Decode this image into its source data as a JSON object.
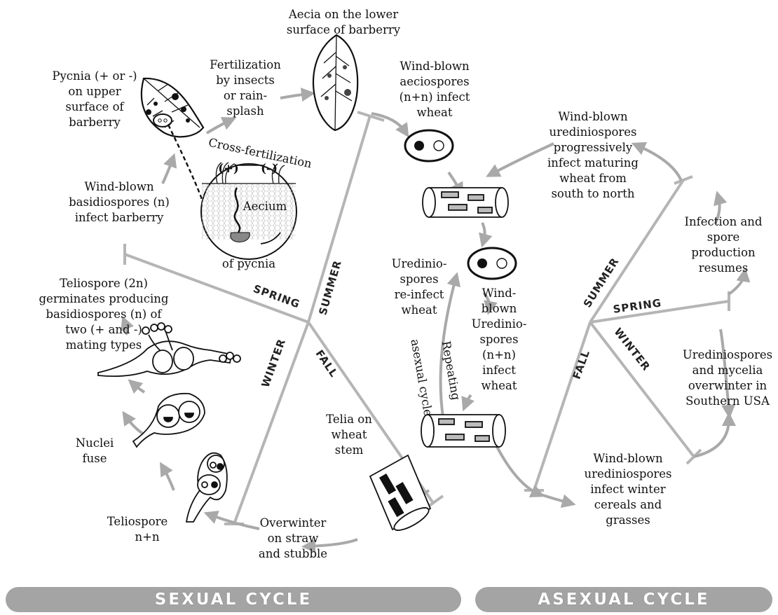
{
  "labels": {
    "aecia_1": "Aecia on the lower",
    "aecia_2": "surface of barberry",
    "fert_1": "Fertilization",
    "fert_2": "by insects",
    "fert_3": "or rain-",
    "fert_4": "splash",
    "pycnia_1": "Pycnia (+ or -)",
    "pycnia_2": "on upper",
    "pycnia_3": "surface of",
    "pycnia_4": "barberry",
    "cross_fert": "Cross-fertilization",
    "plus": "(+)",
    "minus": "(–)",
    "aecium": "Aecium",
    "of_pycnia": "of pycnia",
    "basid_1": "Wind-blown",
    "basid_2": "basidiospores (n)",
    "basid_3": "infect barberry",
    "telio_germ_1": "Teliospore (2n)",
    "telio_germ_2": "germinates producing",
    "telio_germ_3": "basidiospores (n) of",
    "telio_germ_4": "two (+ and -)",
    "telio_germ_5": "mating types",
    "nuclei_1": "Nuclei",
    "nuclei_2": "fuse",
    "teliospore_1": "Teliospore",
    "teliospore_2": "n+n",
    "overwinter_1": "Overwinter",
    "overwinter_2": "on straw",
    "overwinter_3": "and stubble",
    "telia_1": "Telia on",
    "telia_2": "wheat",
    "telia_3": "stem",
    "aecio_1": "Wind-blown",
    "aecio_2": "aeciospores",
    "aecio_3": "(n+n) infect",
    "aecio_4": "wheat",
    "reinfect_1": "Uredinio-",
    "reinfect_2": "spores",
    "reinfect_3": "re-infect",
    "reinfect_4": "wheat",
    "wbu_1": "Wind-",
    "wbu_2": "blown",
    "wbu_3": "Uredinio-",
    "wbu_4": "spores",
    "wbu_5": "(n+n)",
    "wbu_6": "infect",
    "wbu_7": "wheat",
    "repeating_1": "Repeating",
    "repeating_2": "asexual cycle",
    "prog_1": "Wind-blown",
    "prog_2": "urediniospores",
    "prog_3": "progressively",
    "prog_4": "infect maturing",
    "prog_5": "wheat from",
    "prog_6": "south to north",
    "resume_1": "Infection and",
    "resume_2": "spore",
    "resume_3": "production",
    "resume_4": "resumes",
    "overw_south_1": "Urediniospores",
    "overw_south_2": "and mycelia",
    "overw_south_3": "overwinter in",
    "overw_south_4": "Southern USA",
    "cereals_1": "Wind-blown",
    "cereals_2": "urediniospores",
    "cereals_3": "infect winter",
    "cereals_4": "cereals and",
    "cereals_5": "grasses"
  },
  "seasons": {
    "left_spring": "SPRING",
    "left_summer": "SUMMER",
    "left_winter": "WINTER",
    "left_fall": "FALL",
    "right_summer": "SUMMER",
    "right_spring": "SPRING",
    "right_winter": "WINTER",
    "right_fall": "FALL"
  },
  "bars": {
    "sexual": "SEXUAL CYCLE",
    "asexual": "ASEXUAL CYCLE"
  }
}
